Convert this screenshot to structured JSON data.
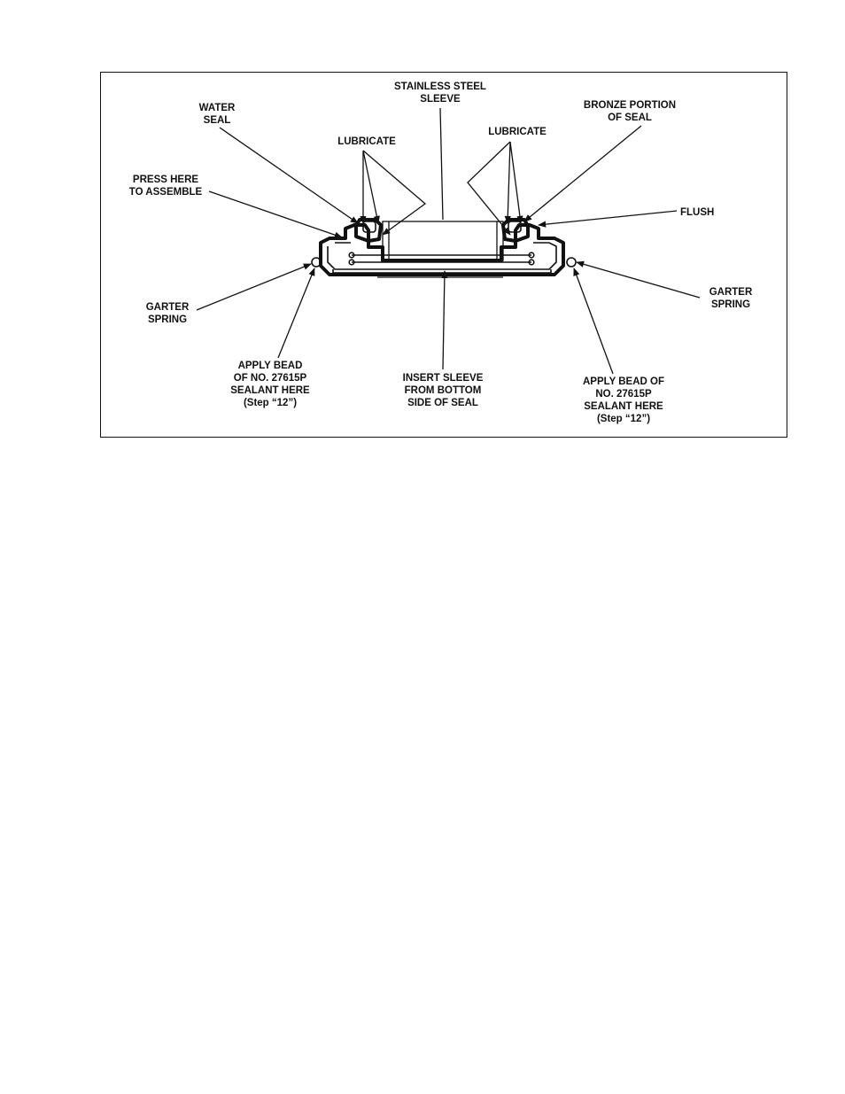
{
  "labels": {
    "stainless_steel_sleeve": [
      "STAINLESS STEEL",
      "SLEEVE"
    ],
    "water_seal": [
      "WATER",
      "SEAL"
    ],
    "lubricate_left": "LUBRICATE",
    "lubricate_right": "LUBRICATE",
    "bronze_portion": [
      "BRONZE PORTION",
      "OF SEAL"
    ],
    "press_here": [
      "PRESS HERE",
      "TO ASSEMBLE"
    ],
    "flush": "FLUSH",
    "garter_spring_left": [
      "GARTER",
      "SPRING"
    ],
    "garter_spring_right": [
      "GARTER",
      "SPRING"
    ],
    "apply_bead_left": [
      "APPLY BEAD",
      "OF NO. 27615P",
      "SEALANT HERE",
      "(Step “12”)"
    ],
    "insert_sleeve": [
      "INSERT SLEEVE",
      "FROM BOTTOM",
      "SIDE OF SEAL"
    ],
    "apply_bead_right": [
      "APPLY BEAD OF",
      "NO. 27615P",
      "SEALANT HERE",
      "(Step “12”)"
    ]
  }
}
